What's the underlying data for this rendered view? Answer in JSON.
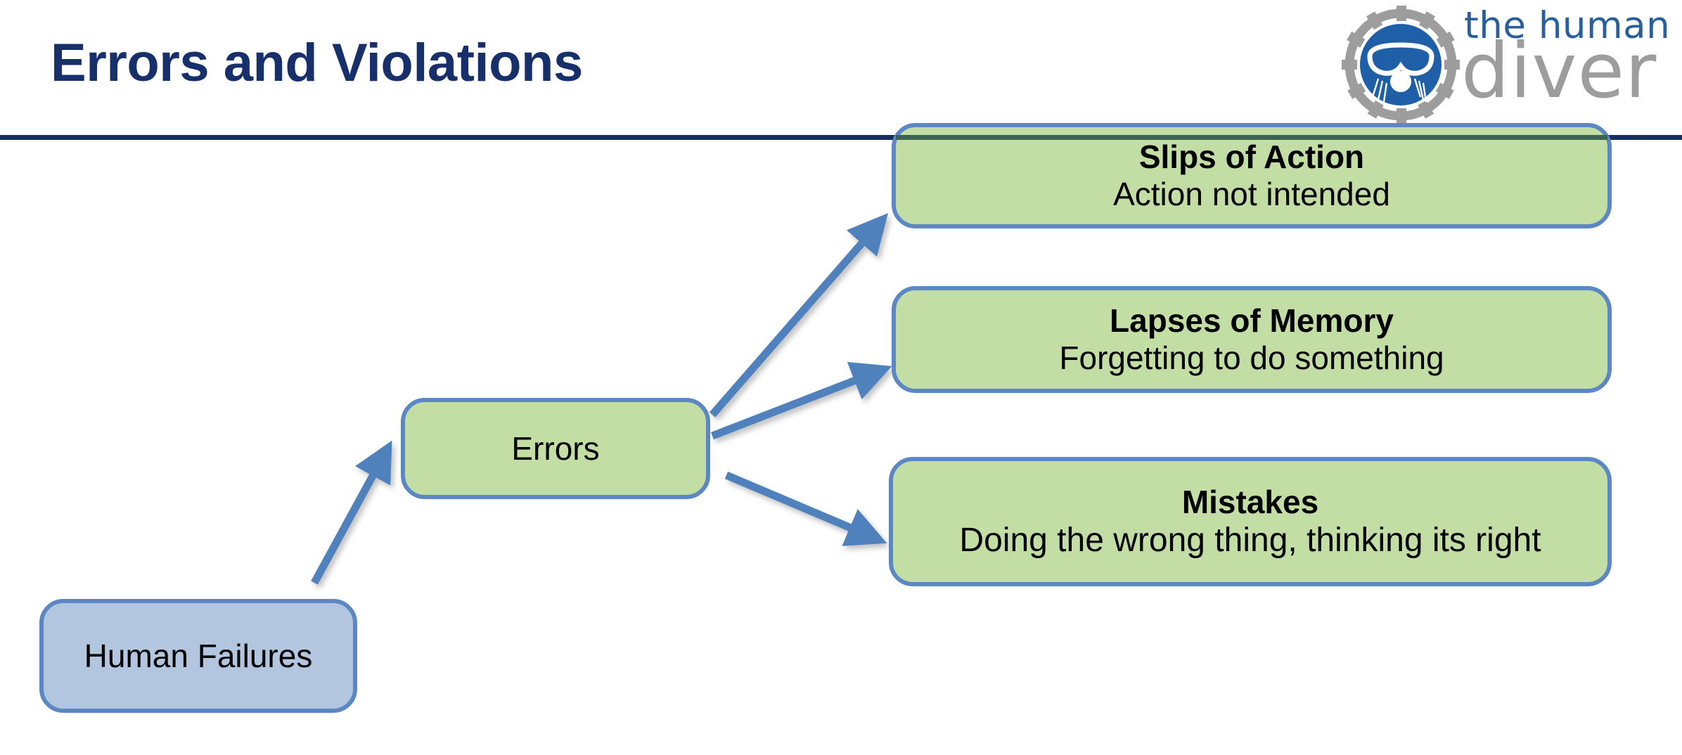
{
  "slide": {
    "title": "Errors and Violations",
    "accent_navy": "#152f62",
    "accent_blue_border": "#5b87c4",
    "node_green_fill": "#c3dea5",
    "node_blue_fill": "#b3c6e0",
    "arrow_color": "#4f81bd",
    "background": "#ffffff"
  },
  "logo": {
    "line1": "the human",
    "line2": "diver",
    "line1_color": "#2a5f9e",
    "line2_color": "#9d9d9d",
    "gear_color": "#9d9d9d",
    "mask_circle_color": "#1f5fa8"
  },
  "diagram": {
    "type": "flow-tree",
    "nodes": [
      {
        "id": "human-failures",
        "label": "Human Failures",
        "heading": "Human Failures",
        "subtitle": "",
        "fill": "#b3c6e0",
        "level": 0
      },
      {
        "id": "errors",
        "label": "Errors",
        "heading": "Errors",
        "subtitle": "",
        "fill": "#c3dea5",
        "level": 1
      },
      {
        "id": "slips",
        "label": "Slips of Action",
        "heading": "Slips of Action",
        "subtitle": "Action not intended",
        "fill": "#c3dea5",
        "level": 2
      },
      {
        "id": "lapses",
        "label": "Lapses of Memory",
        "heading": "Lapses of Memory",
        "subtitle": "Forgetting to do something",
        "fill": "#c3dea5",
        "level": 2
      },
      {
        "id": "mistakes",
        "label": "Mistakes",
        "heading": "Mistakes",
        "subtitle": "Doing the wrong thing, thinking its right",
        "fill": "#c3dea5",
        "level": 2
      }
    ],
    "edges": [
      {
        "from": "human-failures",
        "to": "errors",
        "style": "arrow"
      },
      {
        "from": "errors",
        "to": "slips",
        "style": "arrow"
      },
      {
        "from": "errors",
        "to": "lapses",
        "style": "arrow"
      },
      {
        "from": "errors",
        "to": "mistakes",
        "style": "arrow"
      }
    ]
  }
}
